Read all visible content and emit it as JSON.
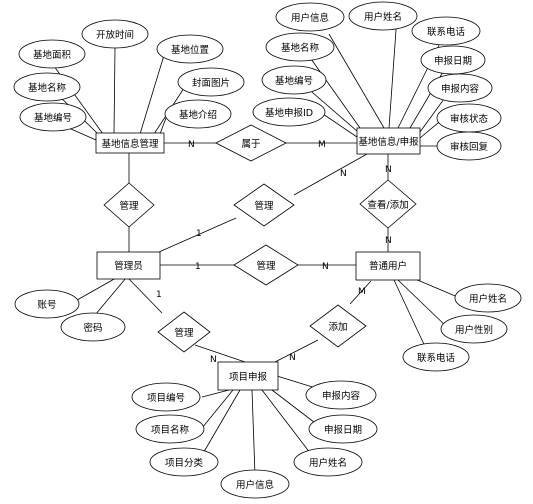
{
  "entities": {
    "base_info_mgmt": "基地信息管理",
    "base_info_report": "基地信息/申报",
    "admin": "管理员",
    "normal_user": "普通用户",
    "project_report": "项目申报"
  },
  "relationships": {
    "belongs_to": "属于",
    "manage_base_info": "管理",
    "manage_report": "管理",
    "view_add_report": "查看/添加",
    "manage_user": "管理",
    "manage_project": "管理",
    "add_project": "添加"
  },
  "cardinalities": {
    "belongs_to_left": "N",
    "belongs_to_right": "M",
    "manage_report_admin": "1",
    "manage_report_target": "N",
    "view_add_report_top": "N",
    "view_add_report_bottom": "N",
    "manage_user_admin": "1",
    "manage_user_target": "N",
    "manage_project_admin": "1",
    "manage_project_target": "N",
    "add_project_user": "M",
    "add_project_target": "N"
  },
  "attributes": {
    "base_info_mgmt": [
      "开放时间",
      "基地面积",
      "基地位置",
      "基地名称",
      "封面图片",
      "基地编号",
      "基地介绍"
    ],
    "base_info_report": [
      "用户信息",
      "用户姓名",
      "联系电话",
      "基地名称",
      "申报日期",
      "基地编号",
      "申报内容",
      "基地申报ID",
      "审核状态",
      "审核回复"
    ],
    "admin": [
      "账号",
      "密码"
    ],
    "normal_user": [
      "用户姓名",
      "用户性别",
      "联系电话"
    ],
    "project_report": [
      "项目编号",
      "申报内容",
      "项目名称",
      "申报日期",
      "项目分类",
      "用户姓名",
      "用户信息"
    ]
  }
}
